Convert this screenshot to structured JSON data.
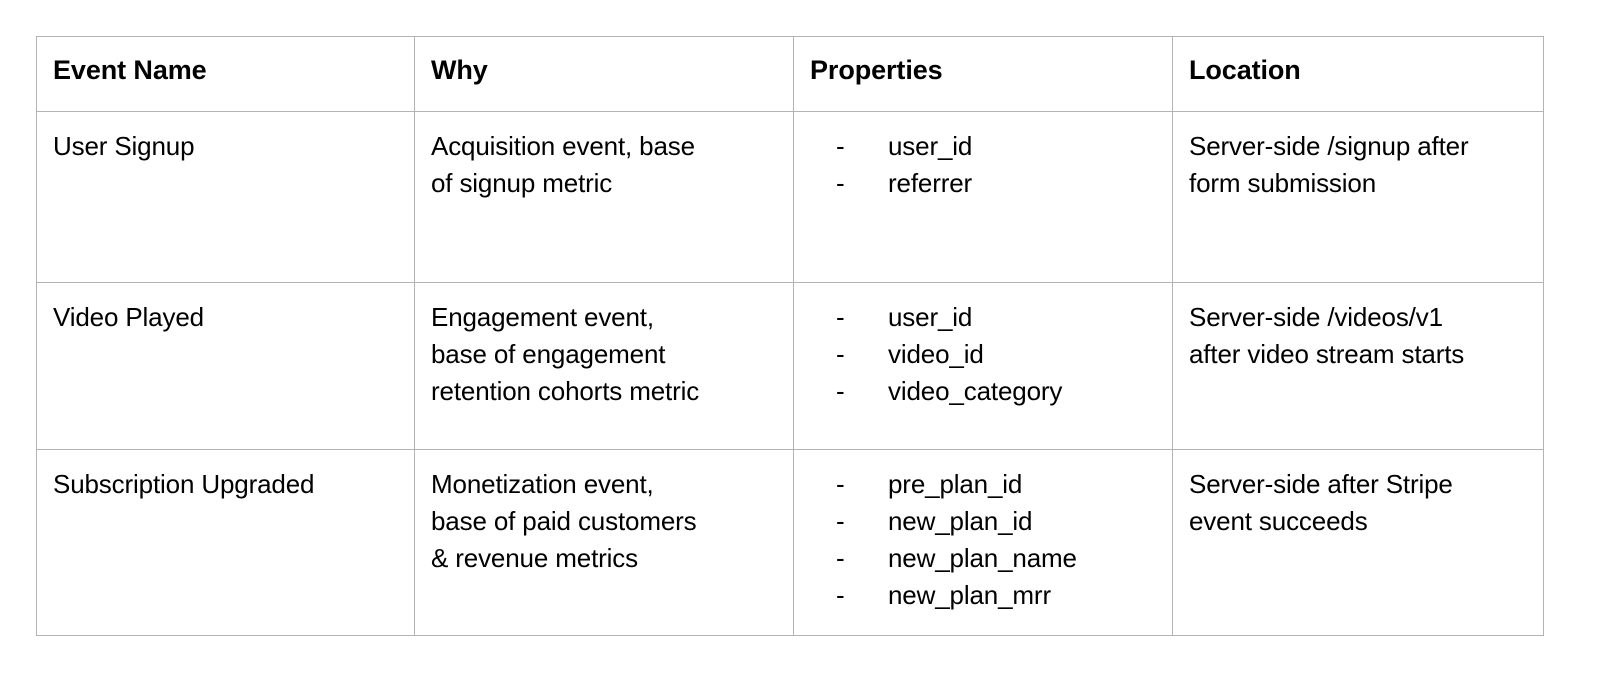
{
  "table": {
    "columns": [
      {
        "key": "event_name",
        "label": "Event Name"
      },
      {
        "key": "why",
        "label": "Why"
      },
      {
        "key": "properties",
        "label": "Properties"
      },
      {
        "key": "location",
        "label": "Location"
      }
    ],
    "bullet_marker": "-",
    "border_color": "#b3b3b3",
    "background_color": "#ffffff",
    "text_color": "#000000",
    "rows": [
      {
        "event_name": "User Signup",
        "why_lines": [
          "Acquisition event, base",
          "of signup metric"
        ],
        "properties": [
          "user_id",
          "referrer"
        ],
        "location_lines": [
          "Server-side /signup after",
          "form submission"
        ]
      },
      {
        "event_name": "Video Played",
        "why_lines": [
          "Engagement event,",
          "base of engagement",
          "retention cohorts metric"
        ],
        "properties": [
          "user_id",
          "video_id",
          "video_category"
        ],
        "location_lines": [
          "Server-side /videos/v1",
          "after video stream starts"
        ]
      },
      {
        "event_name": "Subscription Upgraded",
        "why_lines": [
          "Monetization event,",
          "base of paid customers",
          "& revenue metrics"
        ],
        "properties": [
          "pre_plan_id",
          "new_plan_id",
          "new_plan_name",
          "new_plan_mrr"
        ],
        "location_lines": [
          "Server-side after Stripe",
          "event succeeds"
        ]
      }
    ]
  }
}
